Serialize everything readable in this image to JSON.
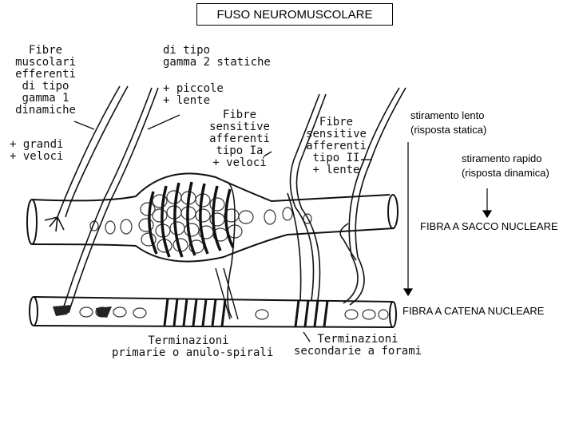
{
  "title": "FUSO NEUROMUSCOLARE",
  "labels": {
    "efferenti_dinamiche": "Fibre\nmuscolari\nefferenti\ndi tipo\ngamma 1\ndinamiche",
    "grandi_veloci": "+ grandi\n+ veloci",
    "gamma2_statiche": "di tipo\ngamma 2 statiche",
    "piccole_lente": "+ piccole\n+ lente",
    "sensitive_Ia": "Fibre\nsensitive\nafferenti\ntipo Ia\n+ veloci",
    "sensitive_II": "Fibre\nsensitive\nafferenti\ntipo II\n+ lente",
    "terminazioni_primarie": "Terminazioni\nprimarie o anulo-spirali",
    "terminazioni_secondarie": "Terminazioni\nsecondarie a forami",
    "stiramento_lento": "stiramento lento\n(risposta statica)",
    "stiramento_rapido": "stiramento rapido\n(risposta dinamica)",
    "fibra_sacco": "FIBRA A SACCO NUCLEARE",
    "fibra_catena": "FIBRA A CATENA NUCLEARE"
  }
}
